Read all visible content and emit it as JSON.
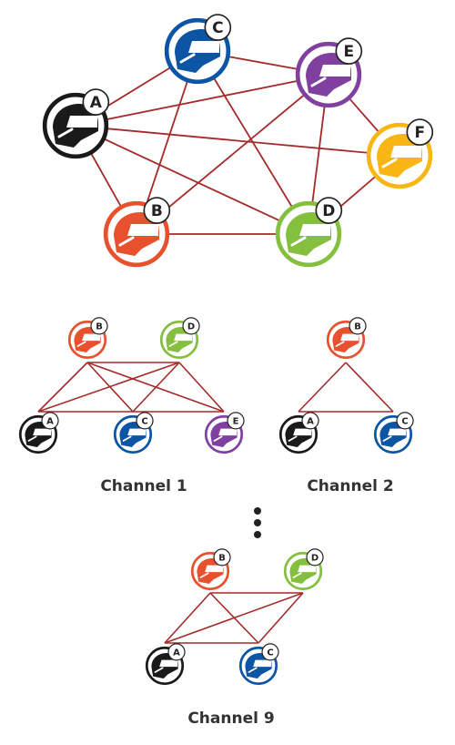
{
  "colors": {
    "link": "#a52a2a",
    "A": "#1a1a1a",
    "B": "#e8512e",
    "C": "#0b55a4",
    "D": "#84c03e",
    "E": "#8040a0",
    "F": "#f8b614"
  },
  "icon": "motorcycle-helmet-icon",
  "mesh": {
    "members": [
      "A",
      "B",
      "C",
      "D",
      "E",
      "F"
    ],
    "links": [
      [
        "A",
        "C"
      ],
      [
        "A",
        "E"
      ],
      [
        "A",
        "F"
      ],
      [
        "A",
        "B"
      ],
      [
        "A",
        "D"
      ],
      [
        "C",
        "E"
      ],
      [
        "C",
        "B"
      ],
      [
        "C",
        "D"
      ],
      [
        "E",
        "B"
      ],
      [
        "E",
        "D"
      ],
      [
        "E",
        "F"
      ],
      [
        "B",
        "D"
      ],
      [
        "D",
        "F"
      ]
    ]
  },
  "channels": [
    {
      "label": "Channel 1",
      "members": [
        "B",
        "D",
        "A",
        "C",
        "E"
      ],
      "links": [
        [
          "B",
          "D"
        ],
        [
          "B",
          "A"
        ],
        [
          "B",
          "C"
        ],
        [
          "B",
          "E"
        ],
        [
          "D",
          "A"
        ],
        [
          "D",
          "C"
        ],
        [
          "D",
          "E"
        ],
        [
          "A",
          "C"
        ],
        [
          "C",
          "E"
        ]
      ]
    },
    {
      "label": "Channel 2",
      "members": [
        "B",
        "A",
        "C"
      ],
      "links": [
        [
          "B",
          "A"
        ],
        [
          "B",
          "C"
        ],
        [
          "A",
          "C"
        ]
      ]
    },
    {
      "label": "Channel 9",
      "members": [
        "B",
        "D",
        "A",
        "C"
      ],
      "links": [
        [
          "B",
          "D"
        ],
        [
          "B",
          "A"
        ],
        [
          "B",
          "C"
        ],
        [
          "D",
          "A"
        ],
        [
          "D",
          "C"
        ],
        [
          "A",
          "C"
        ]
      ]
    }
  ],
  "more_channels_indicator": "vertical-ellipsis"
}
